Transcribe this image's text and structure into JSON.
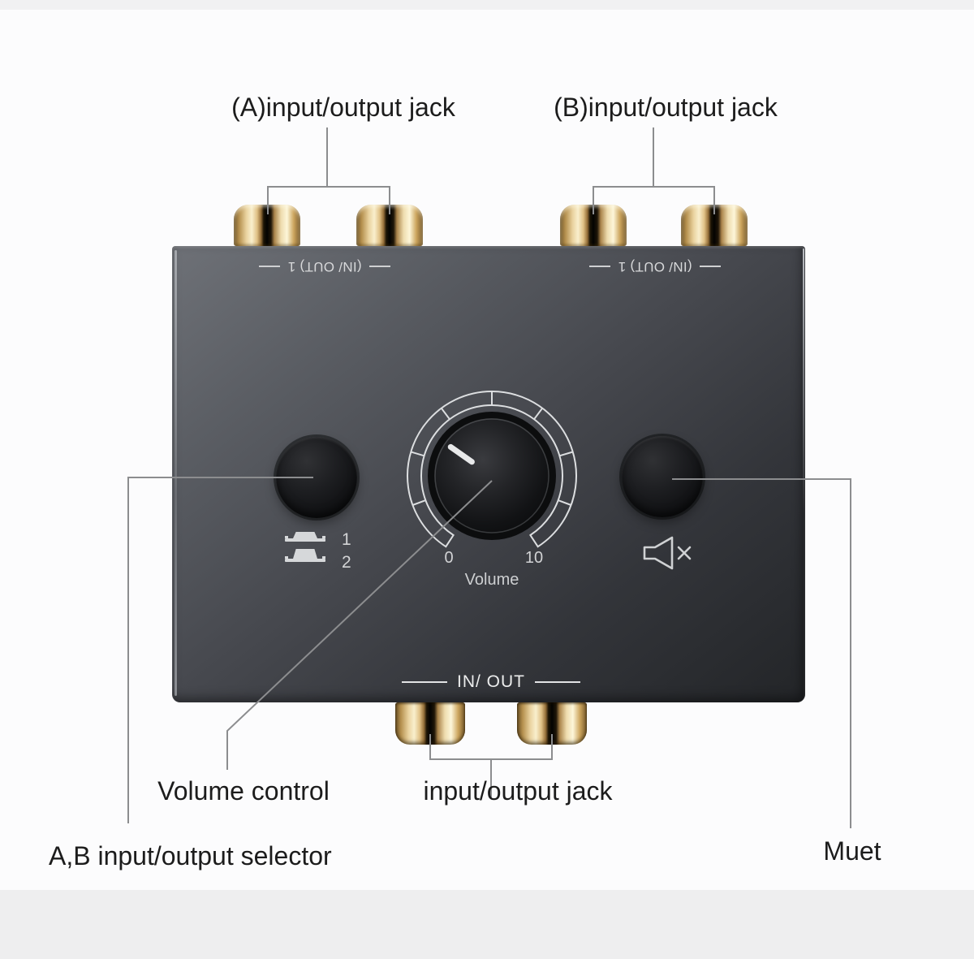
{
  "callouts": {
    "jack_a": "(A)input/output jack",
    "jack_b": "(B)input/output jack",
    "volume_control": "Volume control",
    "io_jack_bottom": "input/output jack",
    "ab_selector": "A,B input/output selector",
    "mute": "Muet"
  },
  "device": {
    "top_port_label_left": "(IN/ OUT) 1",
    "top_port_label_right": "(IN/ OUT) 1",
    "bottom_port_label": "IN/ OUT",
    "volume": {
      "label": "Volume",
      "min": "0",
      "max": "10"
    },
    "selector": {
      "pos1": "1",
      "pos2": "2"
    }
  },
  "icons": {
    "mute": "speaker-mute-icon",
    "selector": "slide-switch-icon"
  },
  "colors": {
    "background": "#fcfcfd",
    "device_top": "#6e7177",
    "device_bottom": "#232528",
    "jack_gold": "#ead3a0",
    "panel_text": "#d7d8da",
    "label_text": "#1c1c1c",
    "callout_line": "#8c8d8f"
  }
}
